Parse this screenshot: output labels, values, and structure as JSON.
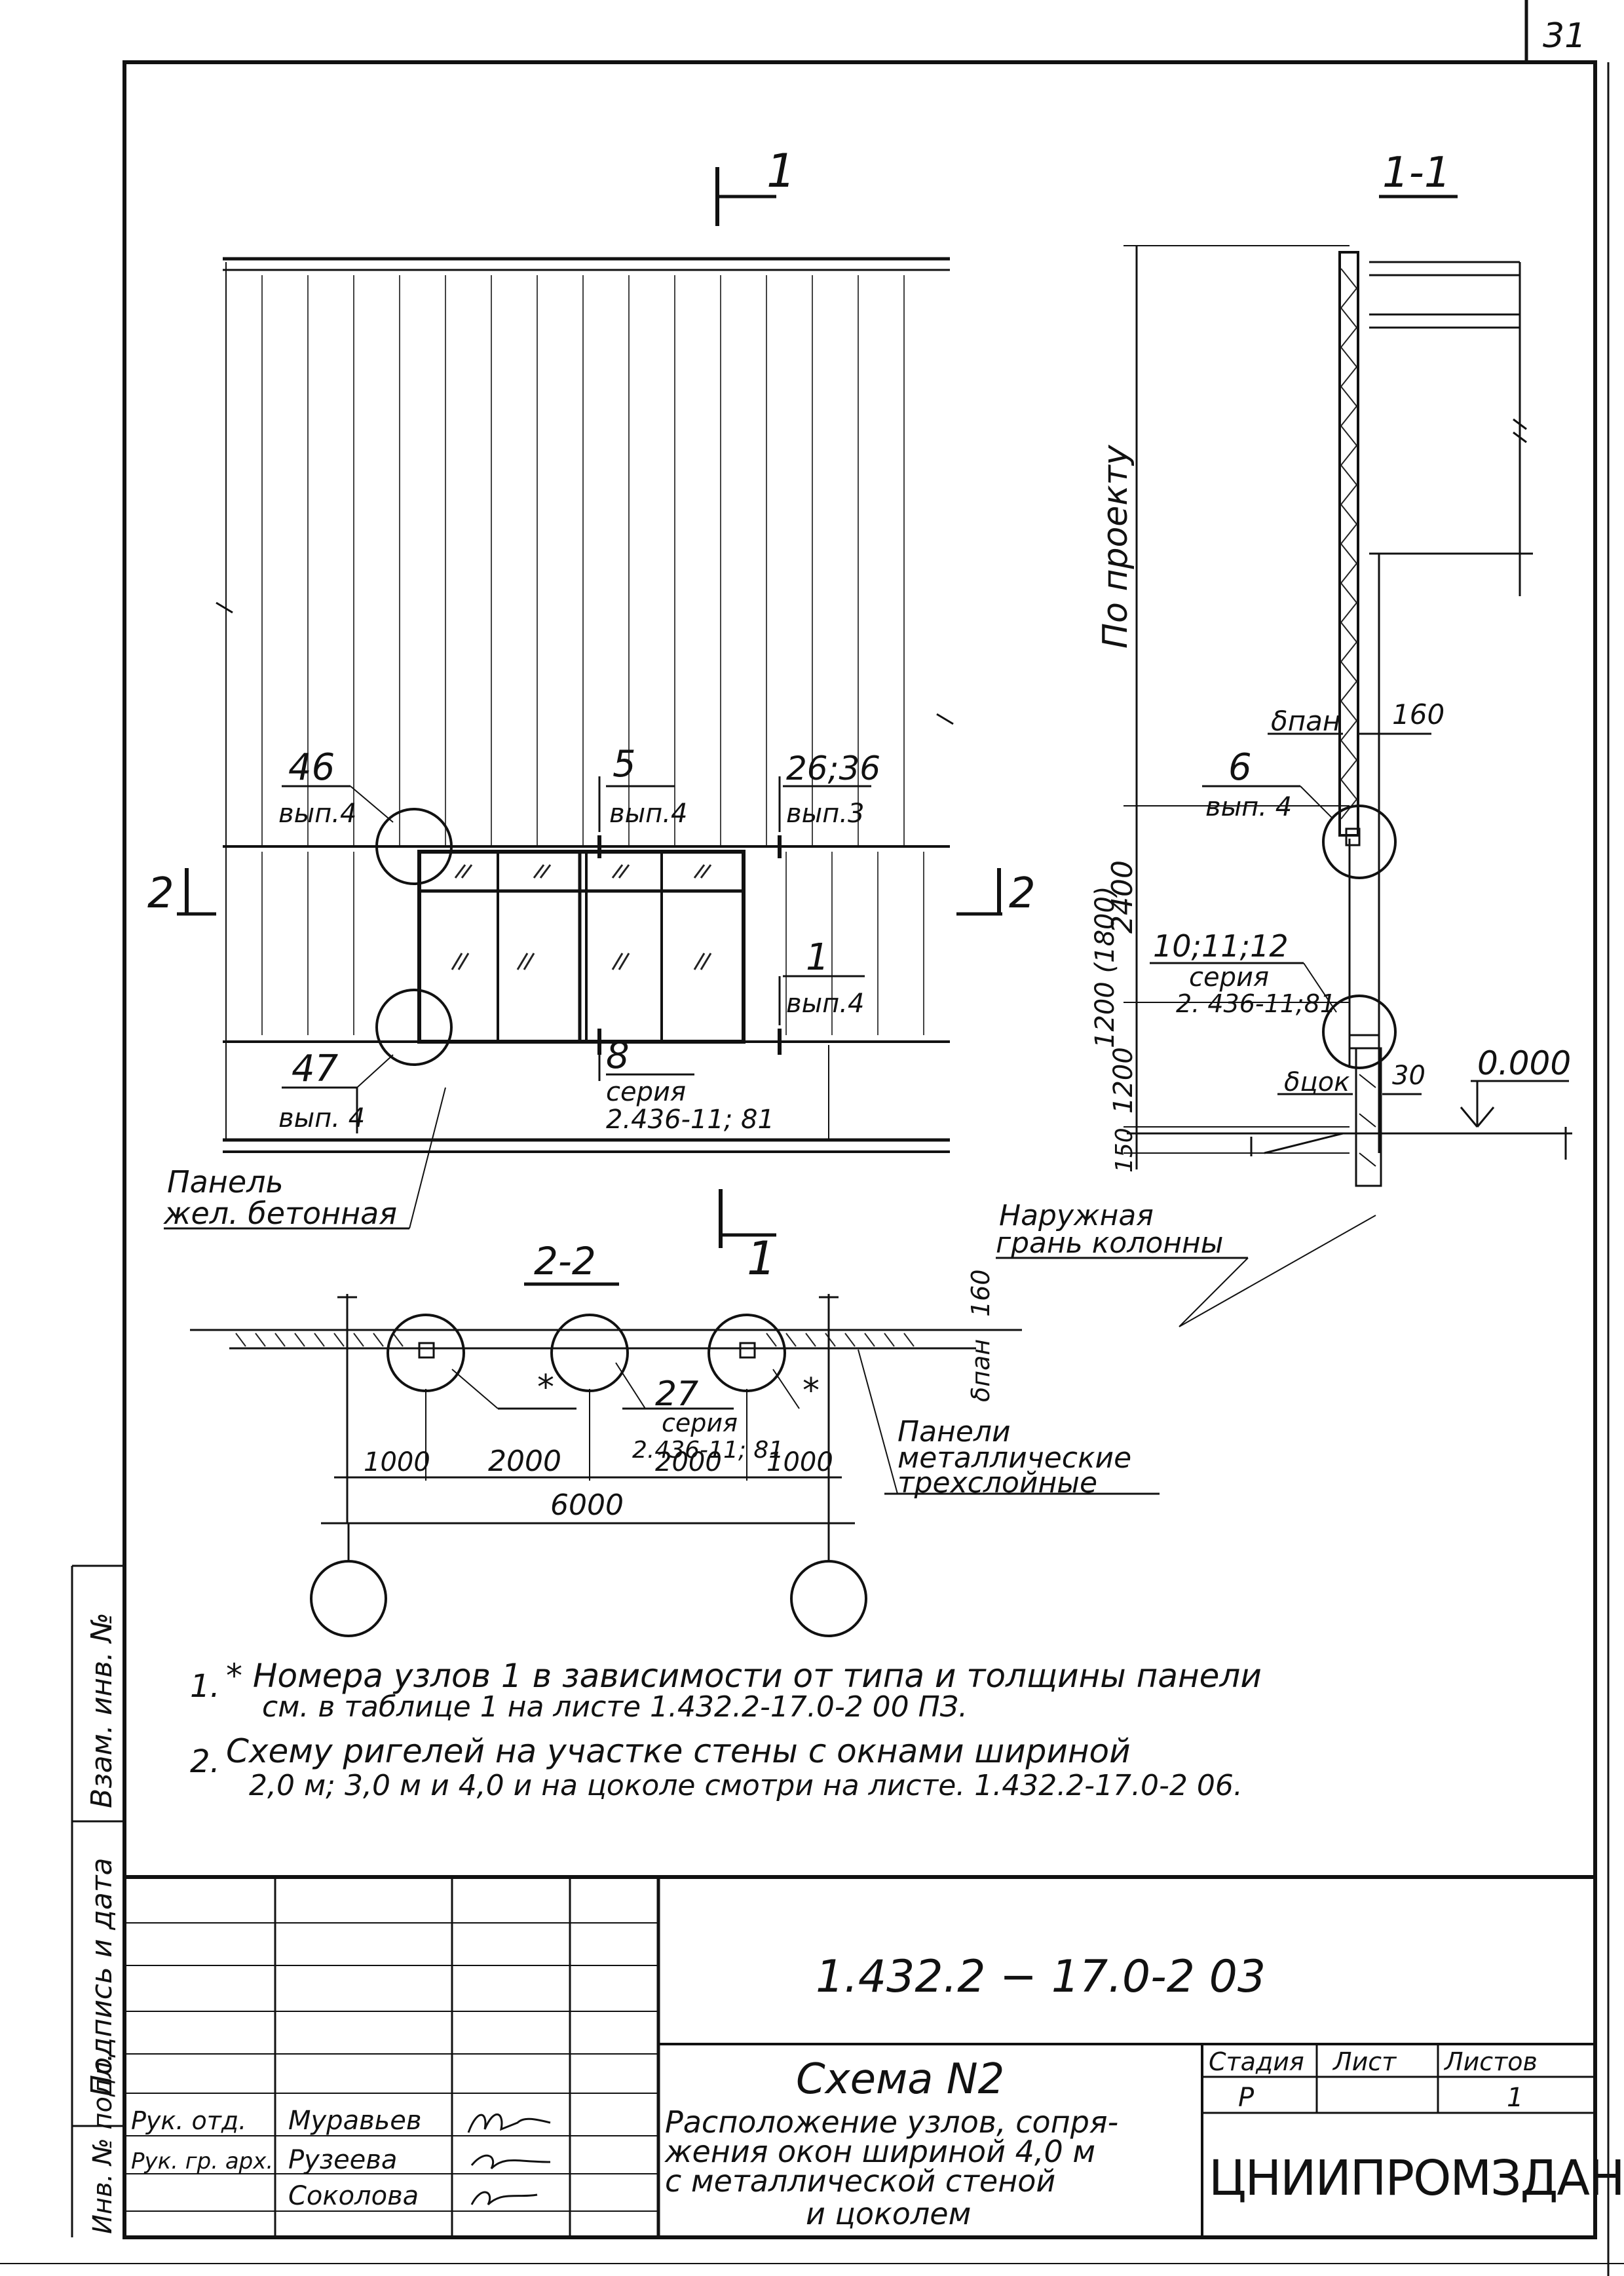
{
  "sheet_number": "31",
  "section_marks": {
    "top_section": "1",
    "bottom_section": "1",
    "left_section": "2",
    "right_section": "2",
    "section_1_1_title": "1-1",
    "section_2_2_title": "2-2"
  },
  "elevation": {
    "node_46": "46",
    "node_46_ref": "вып.4",
    "node_5": "5",
    "node_5_ref": "вып.4",
    "node_26_36": "26;36",
    "node_26_36_ref": "вып.3",
    "node_1": "1",
    "node_1_ref": "вып.4",
    "node_47": "47",
    "node_47_ref": "вып. 4",
    "node_8": "8",
    "node_8_series_label": "серия",
    "node_8_series": "2.436-11; 81",
    "panel_label_line1": "Панель",
    "panel_label_line2": "жел. бетонная"
  },
  "section_1_1": {
    "project_dim": "По проекту",
    "bpan": "δпан",
    "dim_160": "160",
    "node_6": "6",
    "node_6_ref": "вып. 4",
    "dim_2400": "2400",
    "dim_1800_1200": "1200 (1800)",
    "dim_1200": "1200",
    "dim_150": "150",
    "node_10_12": "10;11;12",
    "node_10_12_series_label": "серия",
    "node_10_12_series": "2. 436-11;81",
    "bcok": "δцок",
    "dim_30": "30",
    "level_mark": "0.000"
  },
  "section_2_2": {
    "outer_face_line1": "Наружная",
    "outer_face_line2": "грань колонны",
    "star_left": "*",
    "star_right": "*",
    "node_27": "27",
    "node_27_series_label": "серия",
    "node_27_series": "2.436-11; 81",
    "dim_160": "160",
    "bpan": "δпан",
    "panels_line1": "Панели",
    "panels_line2": "металлические",
    "panels_line3": "трехслойные",
    "dim_1000_left": "1000",
    "dim_2000_left": "2000",
    "dim_2000_right": "2000",
    "dim_1000_right": "1000",
    "dim_6000": "6000"
  },
  "notes": [
    {
      "num": "1.",
      "line1": "* Номера узлов 1 в зависимости от типа и толщины панели",
      "line2": "см. в таблице 1 на листе 1.432.2-17.0-2 00 ПЗ."
    },
    {
      "num": "2.",
      "line1": "Схему ригелей на участке стены с окнами шириной",
      "line2": "2,0 м; 3,0 м и 4,0 и на цоколе смотри на листе. 1.432.2-17.0-2 06."
    }
  ],
  "side_stamp": {
    "inv_zam": "Взам. инв. №",
    "sign_date": "Подпись и дата",
    "inv_podl": "Инв. № подл."
  },
  "title_block": {
    "code": "1.432.2 − 17.0-2 03",
    "scheme_title": "Схема N2",
    "description_line1": "Расположение узлов, сопря-",
    "description_line2": "жения окон шириной 4,0 м",
    "description_line3": "с металлической стеной",
    "description_line4": "и цоколем",
    "stage_header": "Стадия",
    "sheet_header": "Лист",
    "sheets_header": "Листов",
    "stage_value": "Р",
    "sheet_value": "1",
    "organization": "ЦНИИПРОМЗДАНИЙ",
    "roles": [
      {
        "role": "Рук. отд.",
        "name": "Муравьев"
      },
      {
        "role": "Рук. гр. арх.",
        "name": "Рузеева"
      },
      {
        "role": "",
        "name": "Соколова"
      }
    ]
  }
}
